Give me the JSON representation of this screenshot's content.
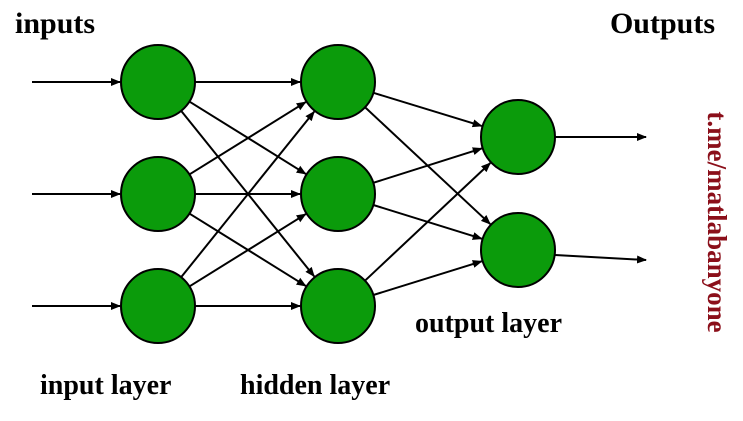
{
  "labels": {
    "inputs": "inputs",
    "outputs": "Outputs",
    "input_layer": "input layer",
    "hidden_layer": "hidden layer",
    "output_layer": "output layer",
    "watermark": "t.me/matlabanyone"
  },
  "colors": {
    "node_fill": "#0b9b0b",
    "node_stroke": "#000000",
    "edge": "#000000",
    "watermark": "#8b0f1a"
  },
  "network": {
    "layers": [
      {
        "name": "input",
        "count": 3
      },
      {
        "name": "hidden",
        "count": 3
      },
      {
        "name": "output",
        "count": 2
      }
    ],
    "external_inputs": 3,
    "external_outputs": 2
  }
}
